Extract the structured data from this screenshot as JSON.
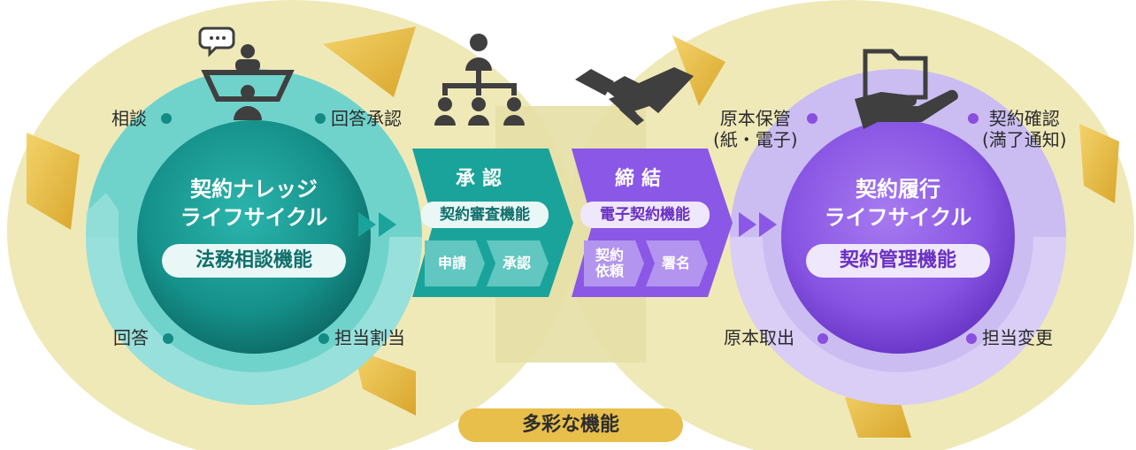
{
  "left_circle": {
    "title_line1": "契約ナレッジ",
    "title_line2": "ライフサイクル",
    "pill": "法務相談機能",
    "labels": {
      "top_left": "相談",
      "top_right": "回答承認",
      "bottom_left": "回答",
      "bottom_right": "担当割当"
    }
  },
  "approval": {
    "title": "承認",
    "pill": "契約審査機能",
    "steps": [
      "申請",
      "承認"
    ]
  },
  "signing": {
    "title": "締結",
    "pill": "電子契約機能",
    "steps": [
      "契約\n依頼",
      "署名"
    ],
    "step1_line1": "契約",
    "step1_line2": "依頼",
    "step2": "署名"
  },
  "right_circle": {
    "title_line1": "契約履行",
    "title_line2": "ライフサイクル",
    "pill": "契約管理機能",
    "labels": {
      "top_left_line1": "原本保管",
      "top_left_line2": "(紙・電子)",
      "top_right_line1": "契約確認",
      "top_right_line2": "(満了通知)",
      "bottom_left": "原本取出",
      "bottom_right": "担当変更"
    }
  },
  "footer_badge": "多彩な機能",
  "icons": [
    "consultation-icon",
    "org-chart-icon",
    "handshake-icon",
    "folder-hand-icon"
  ],
  "colors": {
    "teal": "#1aa39b",
    "teal_dark": "#127f79",
    "purple": "#8b57e6",
    "purple_light": "#c7b3f2",
    "cream": "#efe9b8",
    "gold": "#e8bf4a"
  }
}
